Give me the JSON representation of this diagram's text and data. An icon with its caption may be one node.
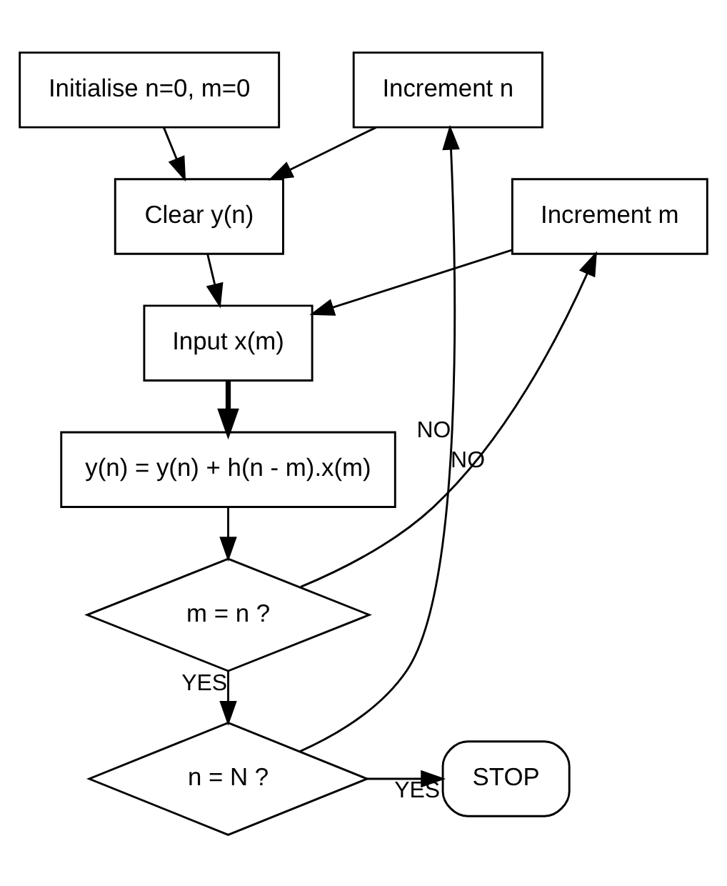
{
  "diagram": {
    "nodes": [
      {
        "text": [
          "Initialise n=0, m=0"
        ]
      },
      {
        "text": [
          "Increment n"
        ]
      },
      {
        "text": [
          "Clear y(n)"
        ]
      },
      {
        "text": [
          "Increment m"
        ]
      },
      {
        "text": [
          "Input x(m)"
        ]
      },
      {
        "text": [
          "y(n) = y(n) + h(n - m).x(m)"
        ]
      },
      {
        "text": [
          "m = n ?"
        ]
      },
      {
        "text": [
          "n = N ?"
        ]
      },
      {
        "text": [
          "STOP"
        ]
      }
    ],
    "edges": [
      {
        "from": 0,
        "to": 2,
        "arrow": "to"
      },
      {
        "from": 1,
        "to": 2,
        "arrow": "to"
      },
      {
        "from": 2,
        "to": 4,
        "arrow": "to"
      },
      {
        "from": 3,
        "to": 4,
        "arrow": "to"
      },
      {
        "from": 4,
        "to": 5,
        "arrow": "to",
        "style": "thick"
      },
      {
        "from": 5,
        "to": 6,
        "arrow": "to"
      },
      {
        "from": 6,
        "to": 3,
        "arrow": "to",
        "label": "NO"
      },
      {
        "from": 6,
        "to": 7,
        "arrow": "to",
        "label": "YES"
      },
      {
        "from": 7,
        "to": 1,
        "arrow": "to",
        "label": "NO"
      },
      {
        "from": 7,
        "to": 8,
        "arrow": "to",
        "label": "YES"
      }
    ]
  }
}
